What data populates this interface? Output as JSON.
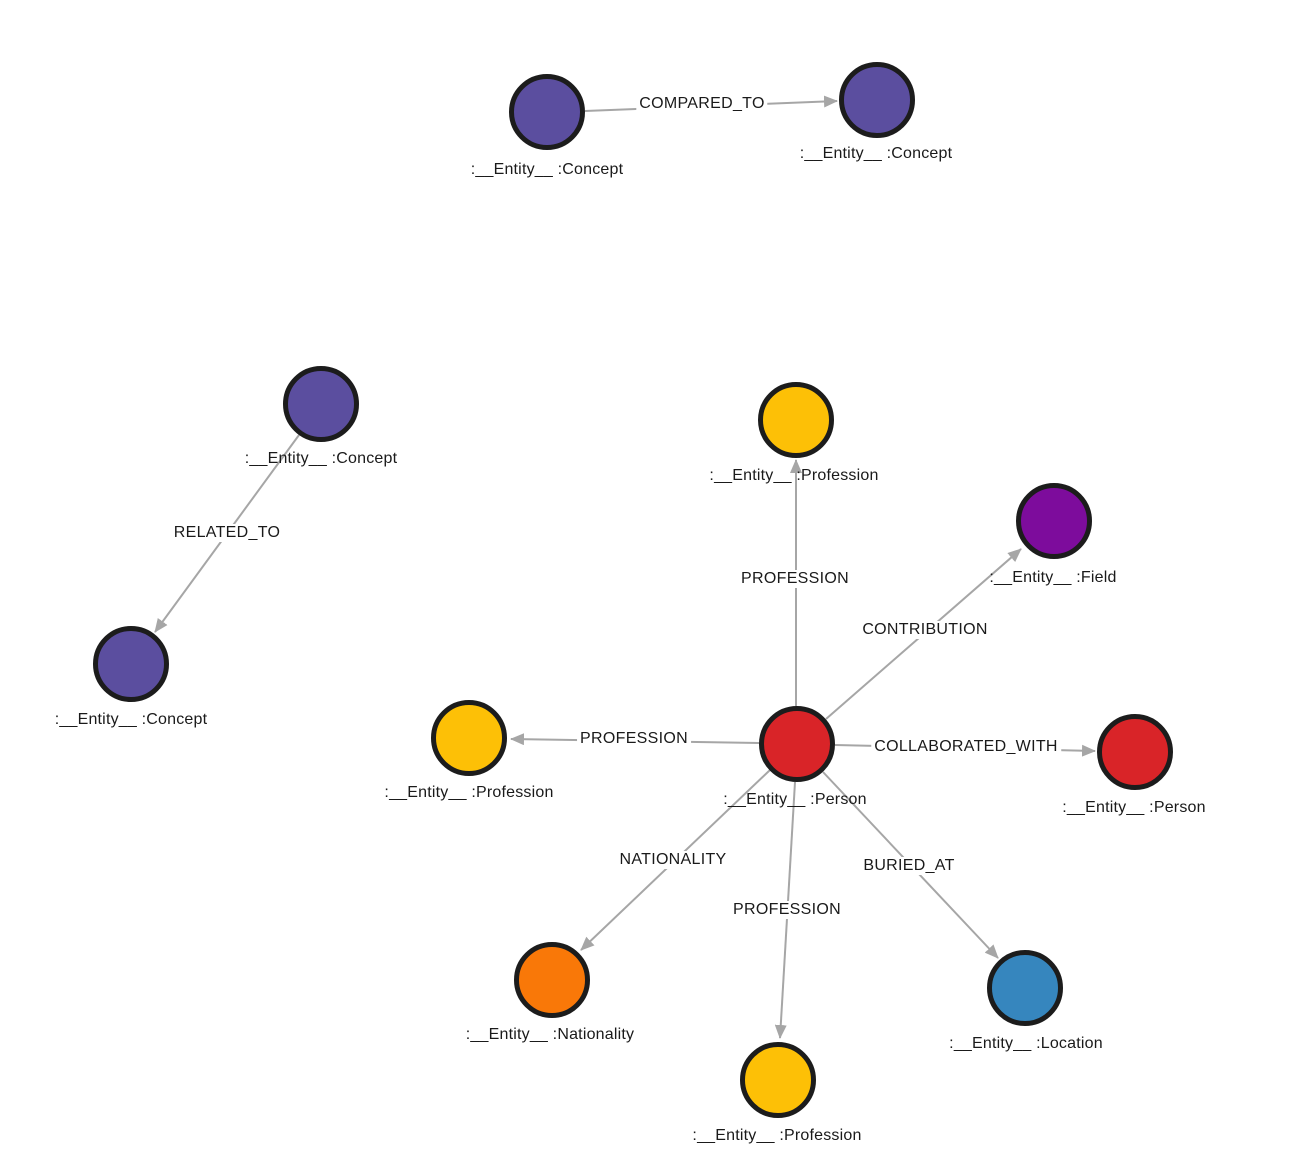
{
  "graph": {
    "colors": {
      "concept": "#5B4E9F",
      "person": "#D92428",
      "profession": "#FDC006",
      "field": "#7D0C9C",
      "location": "#3686BE",
      "nationality": "#F97808",
      "node_border": "#1C1C1C",
      "relationship_line": "#A6A6A6",
      "label_text": "#1A1A1A",
      "background": "#FFFFFF"
    },
    "nodes": [
      {
        "label": ":__Entity__ :Concept",
        "category": "concept"
      },
      {
        "label": ":__Entity__ :Concept",
        "category": "concept"
      },
      {
        "label": ":__Entity__ :Concept",
        "category": "concept"
      },
      {
        "label": ":__Entity__ :Concept",
        "category": "concept"
      },
      {
        "label": ":__Entity__ :Person",
        "category": "person"
      },
      {
        "label": ":__Entity__ :Profession",
        "category": "profession"
      },
      {
        "label": ":__Entity__ :Field",
        "category": "field"
      },
      {
        "label": ":__Entity__ :Person",
        "category": "person"
      },
      {
        "label": ":__Entity__ :Location",
        "category": "location"
      },
      {
        "label": ":__Entity__ :Profession",
        "category": "profession"
      },
      {
        "label": ":__Entity__ :Nationality",
        "category": "nationality"
      },
      {
        "label": ":__Entity__ :Profession",
        "category": "profession"
      }
    ],
    "relationships": [
      {
        "type": "COMPARED_TO",
        "source": 0,
        "target": 1
      },
      {
        "type": "RELATED_TO",
        "source": 2,
        "target": 3
      },
      {
        "type": "PROFESSION",
        "source": 4,
        "target": 5
      },
      {
        "type": "CONTRIBUTION",
        "source": 4,
        "target": 6
      },
      {
        "type": "COLLABORATED_WITH",
        "source": 4,
        "target": 7
      },
      {
        "type": "BURIED_AT",
        "source": 4,
        "target": 8
      },
      {
        "type": "PROFESSION",
        "source": 4,
        "target": 9
      },
      {
        "type": "NATIONALITY",
        "source": 4,
        "target": 10
      },
      {
        "type": "PROFESSION",
        "source": 4,
        "target": 11
      }
    ]
  }
}
